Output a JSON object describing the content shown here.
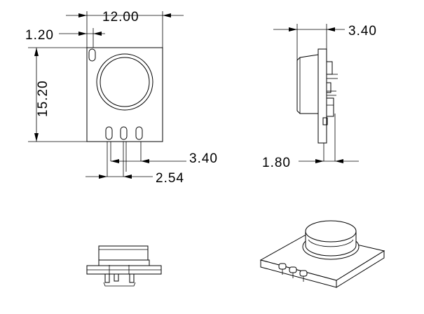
{
  "dimensions": {
    "width": "12.00",
    "pin_offset": "1.20",
    "height": "15.20",
    "pin_length": "3.40",
    "pin_pitch": "2.54",
    "side_depth": "3.40",
    "board_thickness": "1.80"
  }
}
